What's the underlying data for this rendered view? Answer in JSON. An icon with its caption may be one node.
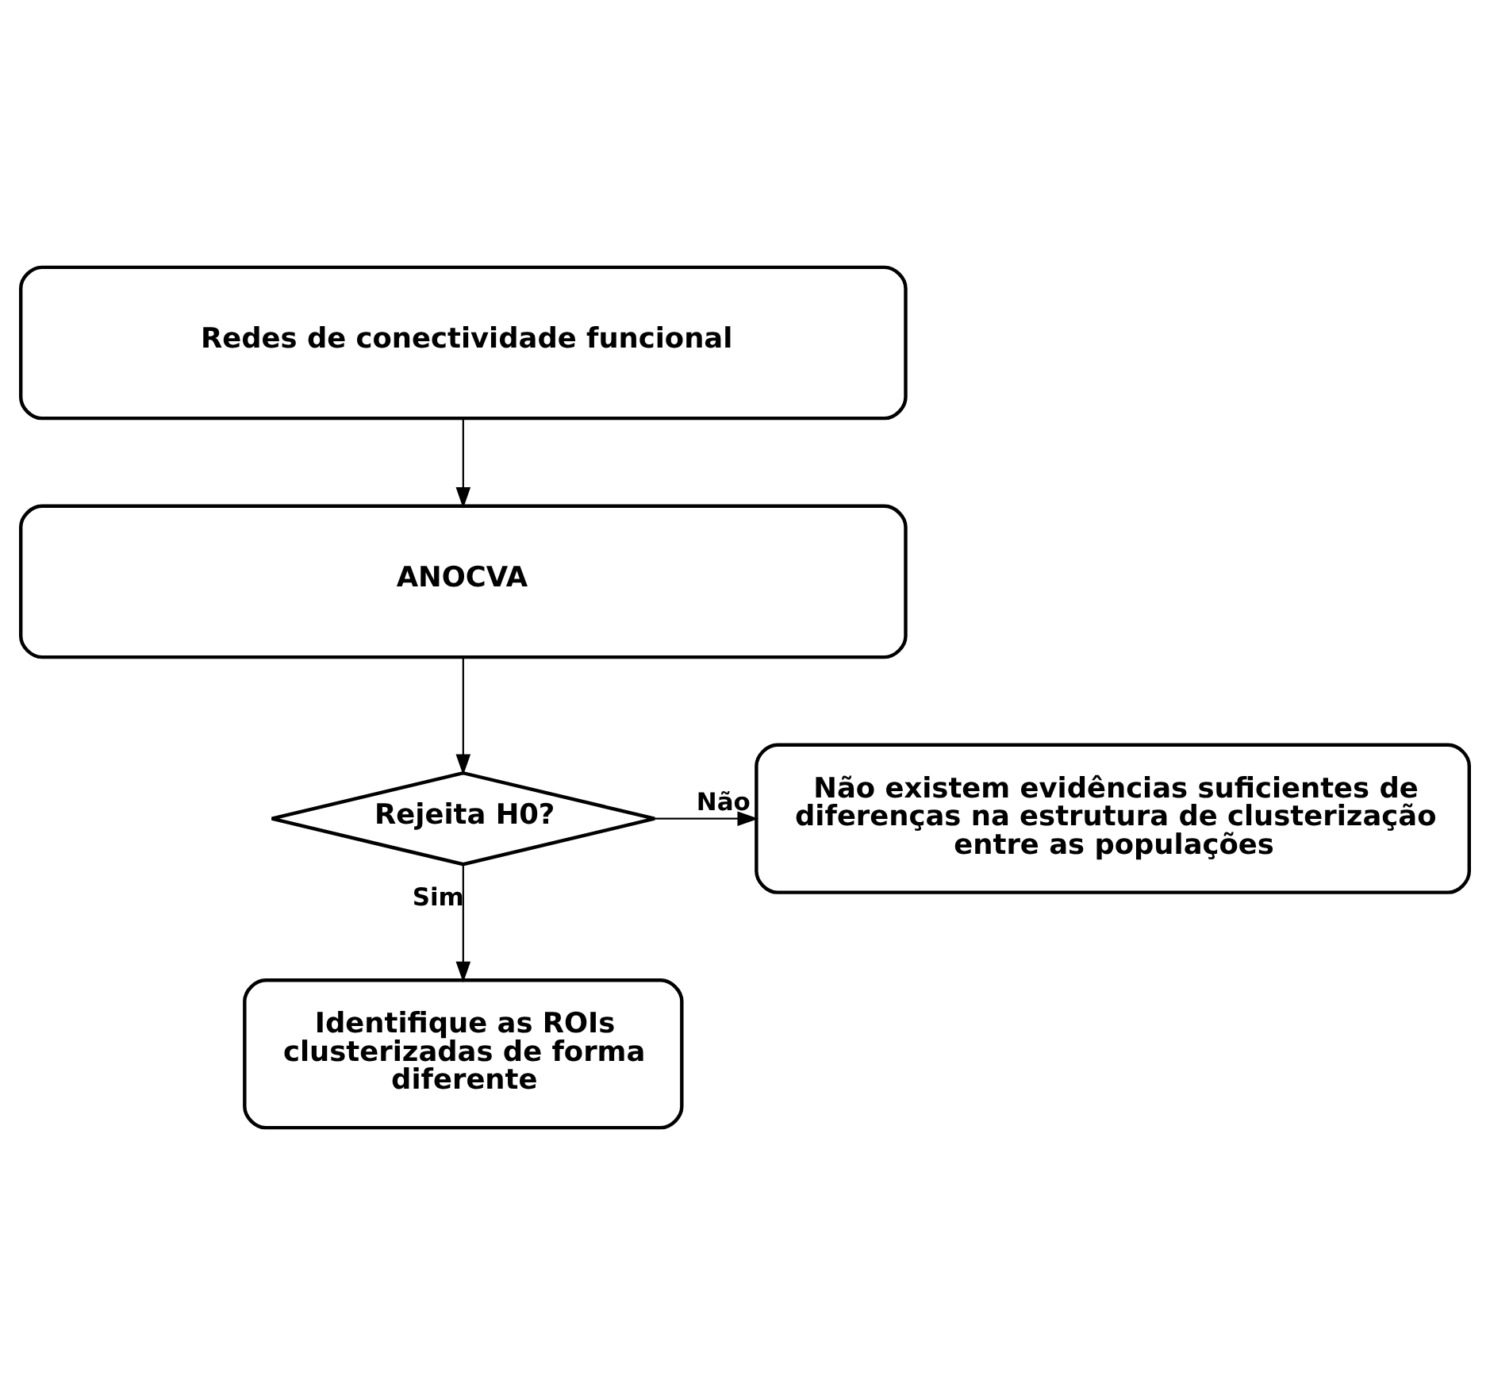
{
  "diagram": {
    "nodes": [
      {
        "text": [
          "Redes de conectividade funcional"
        ]
      },
      {
        "text": [
          "ANOCVA"
        ]
      },
      {
        "text": [
          "Rejeita H0?"
        ]
      },
      {
        "text": [
          "Não existem evidências suficientes de diferenças na estrutura de clusterização entre as populações"
        ]
      },
      {
        "text": [
          "Identifique as ROIs clusterizadas de forma diferente"
        ]
      }
    ],
    "edges": [
      {
        "from": 0,
        "to": 1,
        "arrow": "to"
      },
      {
        "from": 1,
        "to": 2,
        "arrow": "to"
      },
      {
        "from": 2,
        "to": 3,
        "arrow": "to",
        "label": "Não"
      },
      {
        "from": 2,
        "to": 4,
        "arrow": "to",
        "label": "Sim"
      }
    ]
  }
}
